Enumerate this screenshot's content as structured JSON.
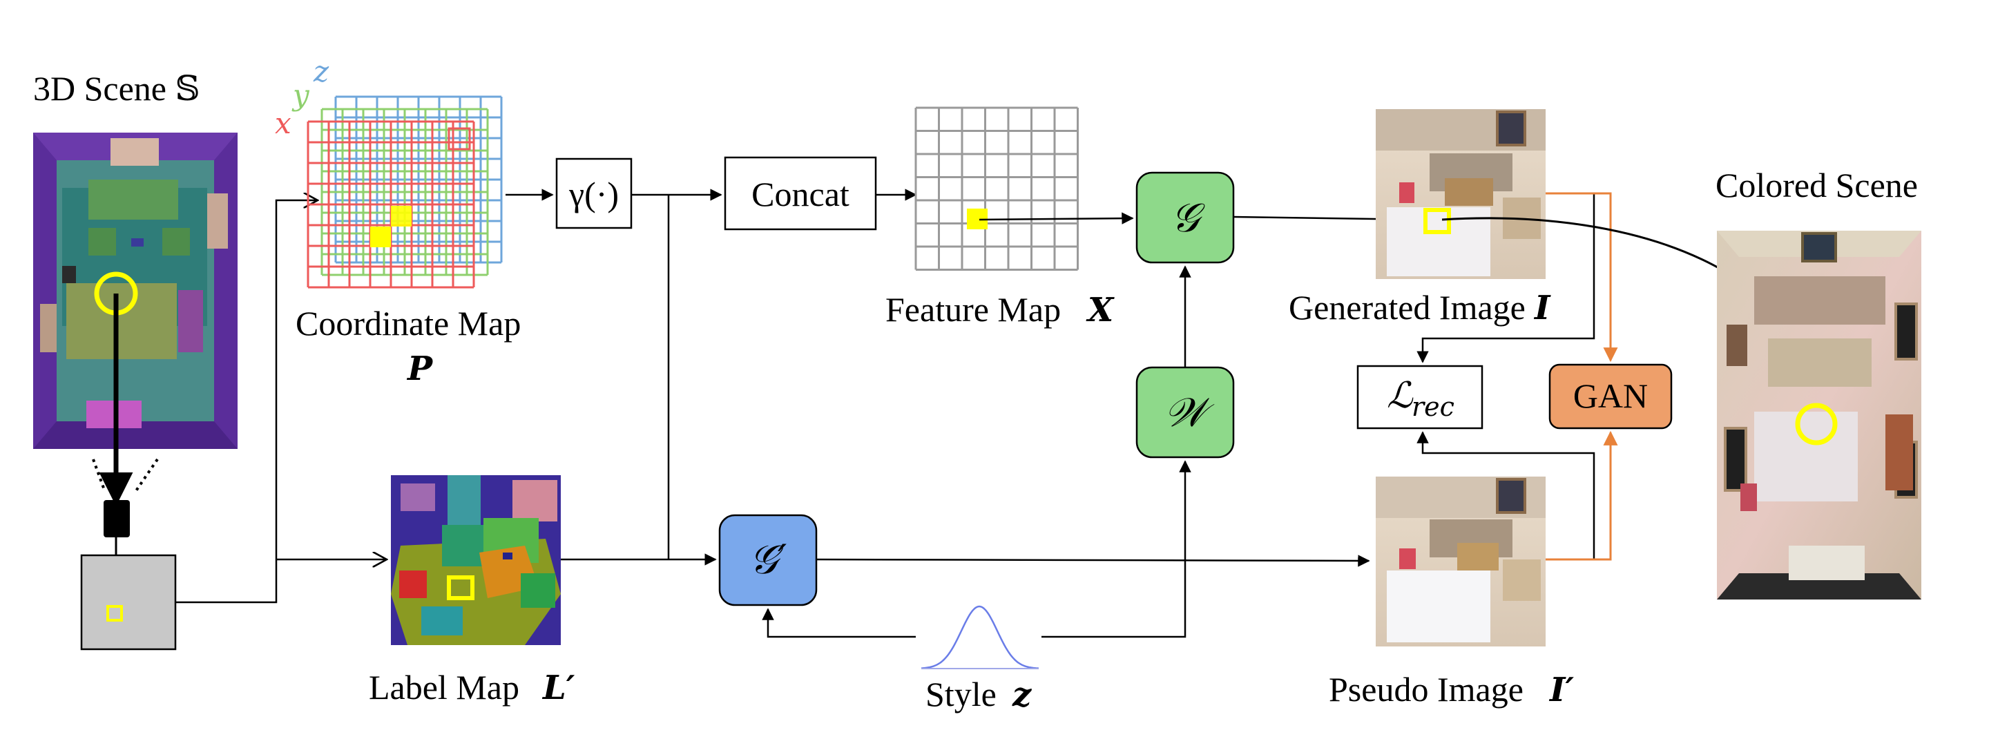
{
  "labels": {
    "scene_3d": "3D Scene 𝕊",
    "coordinate_map": "Coordinate Map",
    "coordinate_map_symbol": "P",
    "axis_x": "x",
    "axis_y": "y",
    "axis_z": "z",
    "gamma": "γ(·)",
    "concat": "Concat",
    "feature_map": "Feature Map",
    "feature_map_symbol": "X",
    "generator": "𝒢",
    "generator_prime": "𝒢′",
    "mapping": "𝒲",
    "generated_image": "Generated Image",
    "generated_image_symbol": "I",
    "loss_rec": "ℒ",
    "loss_rec_sub": "rec",
    "gan": "GAN",
    "label_map": "Label Map",
    "label_map_symbol": "L′",
    "style": "Style",
    "style_symbol": "z",
    "pseudo_image": "Pseudo Image",
    "pseudo_image_symbol": "I′",
    "colored_scene": "Colored Scene"
  },
  "colors": {
    "green_box": "#8ed98a",
    "blue_box": "#7aa8ec",
    "orange_box": "#ee9f6a",
    "orange_arrow": "#e8823a",
    "highlight": "#ffff00",
    "grid_red": "#ee5a5a",
    "grid_green": "#8fd06e",
    "grid_blue": "#6ea6db",
    "gaussian": "#6a7de8"
  }
}
